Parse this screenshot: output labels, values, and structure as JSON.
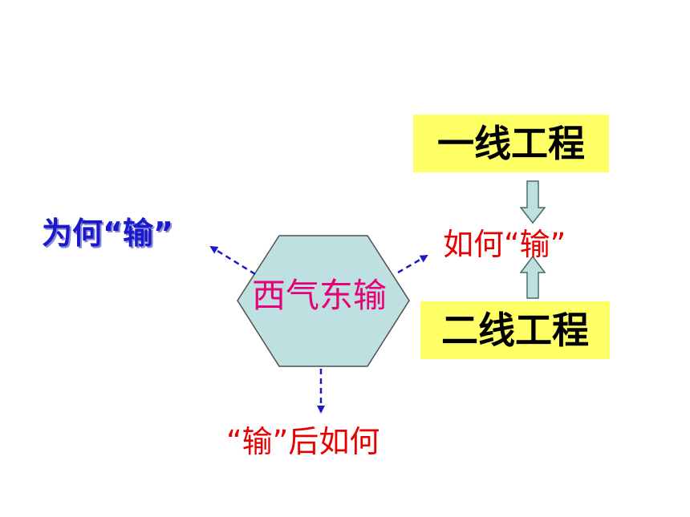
{
  "diagram": {
    "center": {
      "label": "西气东输"
    },
    "why": {
      "label": "为何“输”"
    },
    "how": {
      "label": "如何“输”"
    },
    "after": {
      "label": "“输”后如何"
    },
    "line_one": {
      "label": "一线工程"
    },
    "line_two": {
      "label": "二线工程"
    }
  },
  "colors": {
    "hexagon_fill": "#bfe0e0",
    "box_fill": "#ffff66",
    "dashed_arrow": "#1a1acc",
    "block_arrow_fill": "#bfe0e0",
    "center_text": "#e6007a",
    "why_text": "#1a1acc",
    "how_text": "#e60000"
  }
}
